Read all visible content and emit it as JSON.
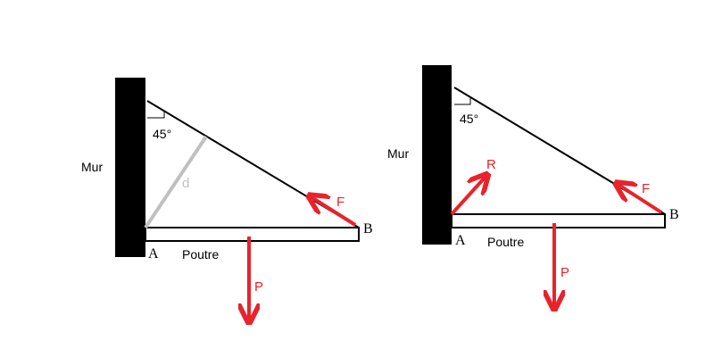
{
  "colors": {
    "wall": "#000000",
    "beam_stroke": "#000000",
    "cable": "#000000",
    "force": "#e8232b",
    "distance_line": "#c0c0c0",
    "text": "#000000"
  },
  "left_diagram": {
    "wall_label": "Mur",
    "beam_label": "Poutre",
    "point_a": "A",
    "point_b": "B",
    "angle_label": "45°",
    "distance_label": "d",
    "force_f": "F",
    "force_p": "P"
  },
  "right_diagram": {
    "wall_label": "Mur",
    "beam_label": "Poutre",
    "point_a": "A",
    "point_b": "B",
    "angle_label": "45°",
    "force_r": "R",
    "force_f": "F",
    "force_p": "P"
  }
}
